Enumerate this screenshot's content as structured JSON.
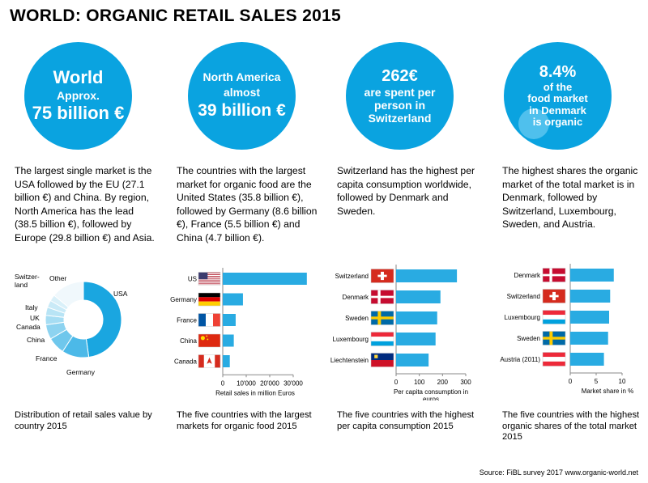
{
  "title": "WORLD: ORGANIC RETAIL SALES 2015",
  "circles": [
    {
      "lines": [
        "World",
        "Approx.",
        "75 billion €"
      ]
    },
    {
      "lines": [
        "North America",
        "almost",
        "39 billion €"
      ]
    },
    {
      "lines": [
        "262€",
        "are spent per",
        "person in",
        "Switzerland"
      ]
    },
    {
      "lines": [
        "8.4%",
        "of  the",
        "food market",
        "in Denmark",
        "is organic"
      ]
    }
  ],
  "paragraphs": [
    "The largest single market is the USA followed by the EU (27.1 billion €) and China. By region, North America has the lead (38.5 billion €), followed by Europe (29.8 billion €) and Asia.",
    "The countries with the largest market for organic food are the United States (35.8 billion €), followed by Germany (8.6 billion €), France (5.5 billion €) and China (4.7 billion €).",
    "Switzerland has the highest per capita consumption worldwide, followed by Denmark and Sweden.",
    "The highest shares the organic market of the total market is in Denmark, followed by Switzerland, Luxembourg, Sweden, and Austria."
  ],
  "captions": [
    "Distribution of retail sales value by country 2015",
    "The five countries with the largest markets for organic food  2015",
    "The five countries with the highest per capita consumption 2015",
    "The five countries with the highest organic shares of the total market  2015"
  ],
  "source": "Source: FiBL survey 2017 www.organic-world.net",
  "colors": {
    "accent": "#0aa3e0",
    "bar": "#29abe2"
  },
  "chart_data": [
    {
      "type": "pie",
      "categories": [
        "USA",
        "Germany",
        "France",
        "China",
        "Canada",
        "UK",
        "Italy",
        "Switzer-land",
        "Other"
      ],
      "values": [
        35.8,
        8.6,
        5.5,
        4.7,
        3.0,
        2.6,
        2.3,
        2.0,
        10.5
      ],
      "colors": [
        "#1aa6e0",
        "#4cb9e8",
        "#6fc7ec",
        "#8dd3f0",
        "#a6ddf3",
        "#b8e4f5",
        "#c9eaf7",
        "#d9f0f9",
        "#f0f8fc"
      ],
      "donut": true
    },
    {
      "type": "bar",
      "categories": [
        "US",
        "Germany",
        "France",
        "China",
        "Canada"
      ],
      "values": [
        35800,
        8600,
        5500,
        4700,
        3000
      ],
      "xlabel": "Retail sales in million Euros",
      "ticks": [
        "0",
        "10'000",
        "20'000",
        "30'000"
      ],
      "tick_values": [
        0,
        10000,
        20000,
        30000
      ],
      "xlim": [
        0,
        30000
      ],
      "flags": [
        "flag-us-icon",
        "flag-germany-icon",
        "flag-france-icon",
        "flag-china-icon",
        "flag-canada-icon"
      ]
    },
    {
      "type": "bar",
      "categories": [
        "Switzerland",
        "Denmark",
        "Sweden",
        "Luxembourg",
        "Liechtenstein"
      ],
      "values": [
        262,
        191,
        177,
        170,
        140
      ],
      "xlabel": "Per capita consumption in euros",
      "ticks": [
        "0",
        "100",
        "200",
        "300"
      ],
      "tick_values": [
        0,
        100,
        200,
        300
      ],
      "xlim": [
        0,
        300
      ],
      "flags": [
        "flag-switzerland-icon",
        "flag-denmark-icon",
        "flag-sweden-icon",
        "flag-luxembourg-icon",
        "flag-liechtenstein-icon"
      ]
    },
    {
      "type": "bar",
      "categories": [
        "Denmark",
        "Switzerland",
        "Luxembourg",
        "Sweden",
        "Austria (2011)"
      ],
      "values": [
        8.4,
        7.7,
        7.5,
        7.3,
        6.5
      ],
      "xlabel": "Market share in %",
      "ticks": [
        "0",
        "5",
        "10"
      ],
      "tick_values": [
        0,
        5,
        10
      ],
      "xlim": [
        0,
        10
      ],
      "flags": [
        "flag-denmark-icon",
        "flag-switzerland-icon",
        "flag-luxembourg-icon",
        "flag-sweden-icon",
        "flag-austria-icon"
      ]
    }
  ]
}
